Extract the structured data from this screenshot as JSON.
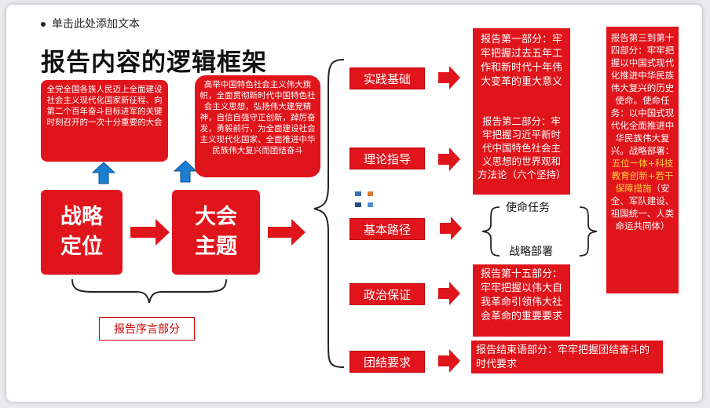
{
  "header": {
    "placeholder": "单击此处添加文本",
    "title": "报告内容的逻辑框架"
  },
  "left": {
    "box1_text": "全党全国各族人民迈上全面建设社会主义现代化国家新征程、向第二个百年奋斗目标进军的关键时刻召开的一次十分重要的大会",
    "box2_text": "高举中国特色社会主义伟大旗帜，全面贯彻新时代中国特色社会主义思想，弘扬伟大建党精神，自信自强守正创新，踔厉奋发，勇毅前行，为全面建设社会主义现代化国家、全面推进中华民族伟大复兴而团结奋斗",
    "big1": "战略定位",
    "big2": "大会主题",
    "preface_label": "报告序言部分"
  },
  "categories": [
    "实践基础",
    "理论指导",
    "基本路径",
    "政治保证",
    "团结要求"
  ],
  "descriptions": {
    "part1": "报告第一部分：牢牢把握过去五年工作和新时代十年伟大变革的重大意义",
    "part2": "报告第二部分：牢牢把握习近平新时代中国特色社会主义思想的世界观和方法论（六个坚持）",
    "mission": "使命任务",
    "deploy": "战略部署",
    "part15": "报告第十五部分：牢牢把握以伟大自我革命引领伟大社会革命的重要要求",
    "ending": "报告结束语部分：牢牢把握团结奋斗的时代要求"
  },
  "side": {
    "text_white": "报告第三到第十四部分：牢牢把握以中国式现代化推进中华民族伟大复兴的历史使命。使命任务：以中国式现代化全面推进中华民族伟大复兴。战略部署：",
    "text_yellow": "五位一体+科技教育创新+若干保障措施",
    "text_tail": "（安全、军队建设、祖国统一、人类命运共同体）"
  },
  "colors": {
    "red": "#e0141b",
    "arrow_blue": "#1a7fd0",
    "yellow": "#ffd23c"
  }
}
